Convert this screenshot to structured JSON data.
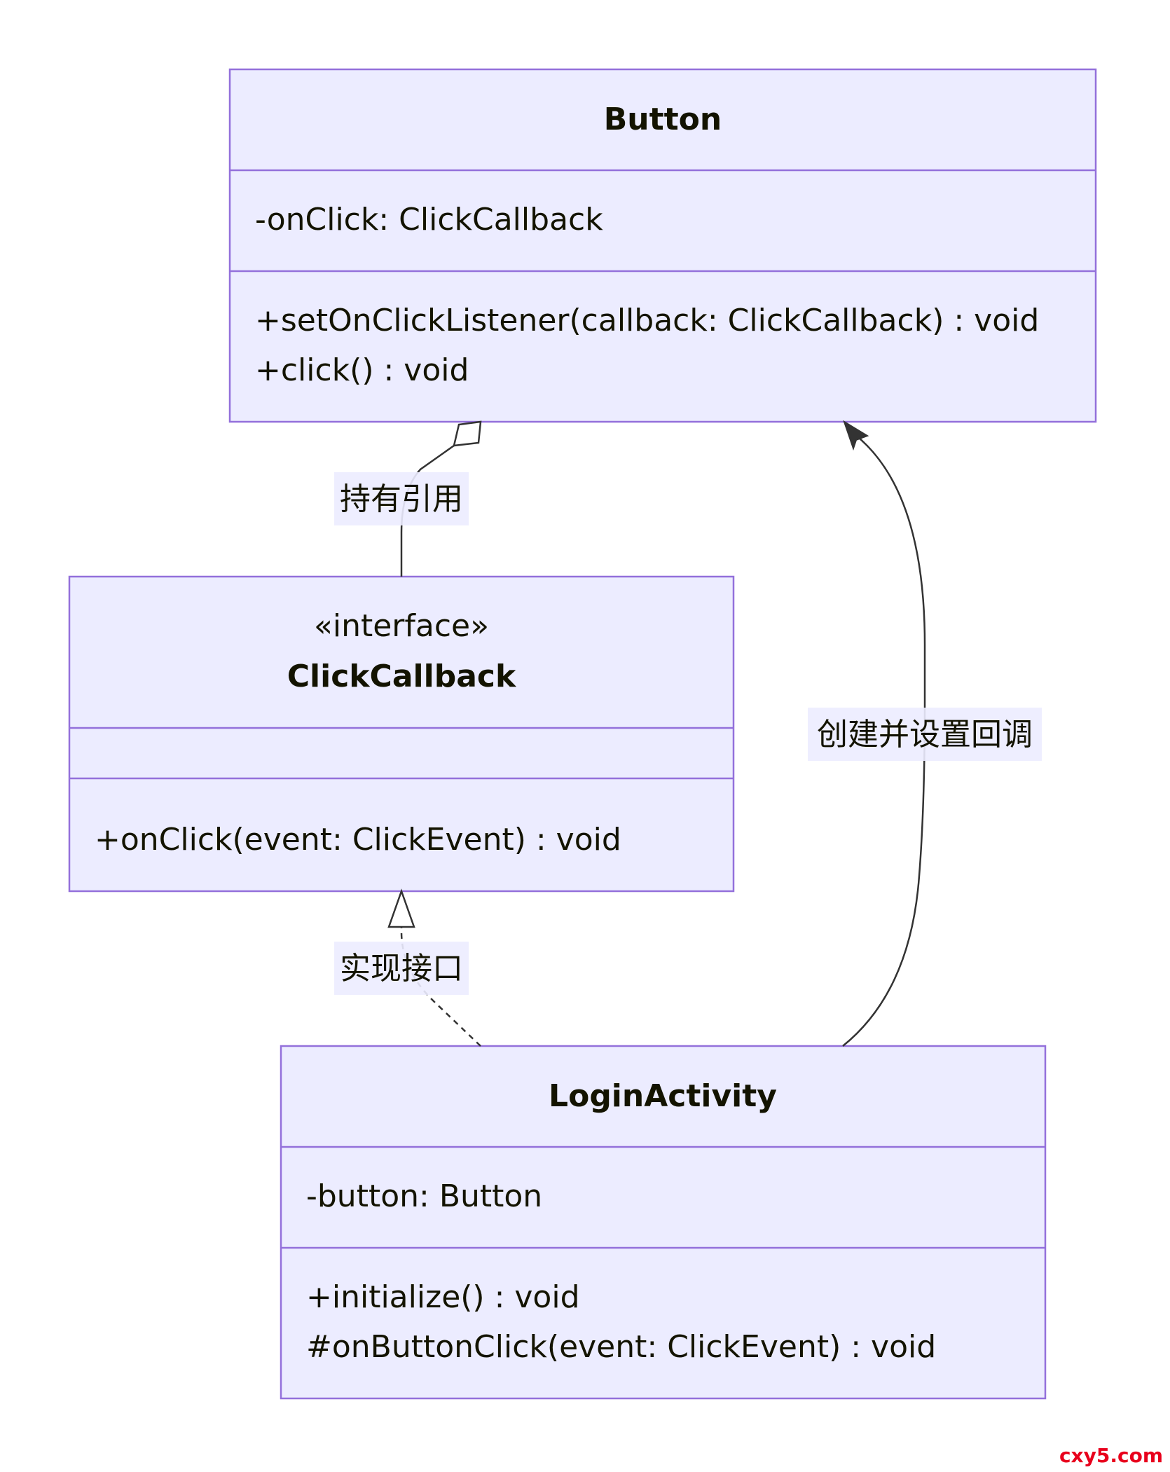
{
  "classes": {
    "button": {
      "name": "Button",
      "attributes": [
        "-onClick: ClickCallback"
      ],
      "methods": [
        "+setOnClickListener(callback: ClickCallback) : void",
        "+click() : void"
      ]
    },
    "click_callback": {
      "stereotype": "«interface»",
      "name": "ClickCallback",
      "attributes": [],
      "methods": [
        "+onClick(event: ClickEvent) : void"
      ]
    },
    "login_activity": {
      "name": "LoginActivity",
      "attributes": [
        "-button: Button"
      ],
      "methods": [
        "+initialize() : void",
        "#onButtonClick(event: ClickEvent) : void"
      ]
    }
  },
  "relations": {
    "aggregation": {
      "label": "持有引用",
      "from": "ClickCallback",
      "to": "Button",
      "type": "aggregation"
    },
    "realization": {
      "label": "实现接口",
      "from": "LoginActivity",
      "to": "ClickCallback",
      "type": "realization"
    },
    "association": {
      "label": "创建并设置回调",
      "from": "LoginActivity",
      "to": "Button",
      "type": "association"
    }
  },
  "watermark": "cxy5.com",
  "colors": {
    "box_fill": "#ECECFF",
    "box_stroke": "#9370DB",
    "edge": "#333333",
    "watermark": "#e8001c"
  }
}
